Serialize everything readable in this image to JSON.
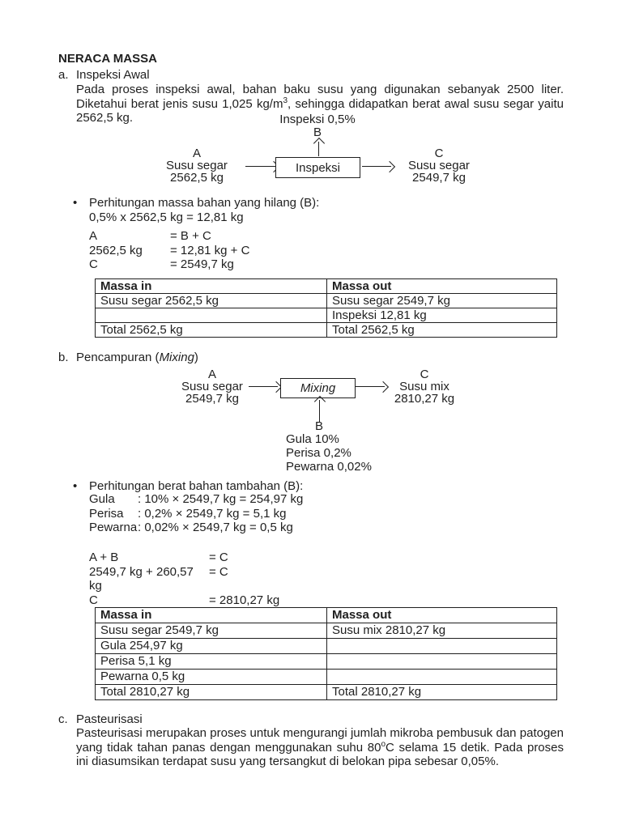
{
  "title": "NERACA MASSA",
  "section_a": {
    "marker": "a.",
    "heading": "Inspeksi Awal",
    "paragraph": {
      "part1": "Pada proses inspeksi awal, bahan baku susu yang digunakan sebanyak 2500 liter. Diketahui berat jenis susu 1,025 kg/m",
      "sup": "3",
      "part2": ", sehingga didapatkan berat awal susu segar yaitu 2562,5 kg."
    },
    "diagram": {
      "top_label": "Inspeksi 0,5%",
      "top_stream": "B",
      "box_label": "Inspeksi",
      "input": {
        "id": "A",
        "name": "Susu segar",
        "amount": "2562,5 kg"
      },
      "output": {
        "id": "C",
        "name": "Susu segar",
        "amount": "2549,7 kg"
      }
    },
    "bullet": {
      "marker": "•",
      "line1": "Perhitungan massa bahan yang hilang (B):",
      "line2": "0,5% x 2562,5 kg = 12,81 kg"
    },
    "equations": [
      {
        "lhs": "A",
        "rhs": "= B + C"
      },
      {
        "lhs": "2562,5 kg",
        "rhs": "= 12,81 kg + C"
      },
      {
        "lhs": "C",
        "rhs": "= 2549,7 kg"
      }
    ],
    "table": {
      "headers": [
        "Massa in",
        "Massa out"
      ],
      "rows": [
        [
          "Susu segar 2562,5 kg",
          "Susu segar 2549,7 kg"
        ],
        [
          "",
          "Inspeksi 12,81 kg"
        ],
        [
          "Total 2562,5 kg",
          "Total 2562,5 kg"
        ]
      ]
    }
  },
  "section_b": {
    "marker": "b.",
    "heading_prefix": "Pencampuran (",
    "heading_italic": "Mixing",
    "heading_suffix": ")",
    "diagram": {
      "box_label": "Mixing",
      "input": {
        "id": "A",
        "name": "Susu segar",
        "amount": "2549,7 kg"
      },
      "output": {
        "id": "C",
        "name": "Susu mix",
        "amount": "2810,27 kg"
      },
      "bottom_stream": "B",
      "additives": [
        "Gula 10%",
        "Perisa 0,2%",
        "Pewarna 0,02%"
      ]
    },
    "bullet": {
      "marker": "•",
      "line1": "Perhitungan berat bahan tambahan (B):"
    },
    "calc": [
      {
        "label": "Gula",
        "expr": ": 10% × 2549,7 kg = 254,97 kg"
      },
      {
        "label": "Perisa",
        "expr": ": 0,2% × 2549,7 kg = 5,1 kg"
      },
      {
        "label": "Pewarna",
        "expr": ": 0,02% × 2549,7 kg = 0,5 kg"
      }
    ],
    "equations": [
      {
        "lhs": "A + B",
        "rhs": "= C"
      },
      {
        "lhs": "2549,7 kg + 260,57 kg",
        "rhs": "= C"
      },
      {
        "lhs": "C",
        "rhs": "= 2810,27 kg"
      }
    ],
    "table": {
      "headers": [
        "Massa in",
        "Massa out"
      ],
      "rows": [
        [
          "Susu segar 2549,7 kg",
          "Susu mix 2810,27 kg"
        ],
        [
          "Gula 254,97 kg",
          ""
        ],
        [
          "Perisa 5,1 kg",
          ""
        ],
        [
          "Pewarna 0,5 kg",
          ""
        ],
        [
          "Total 2810,27 kg",
          "Total 2810,27 kg"
        ]
      ]
    }
  },
  "section_c": {
    "marker": "c.",
    "heading": "Pasteurisasi",
    "paragraph": {
      "part1": "Pasteurisasi merupakan proses untuk mengurangi jumlah mikroba pembusuk dan patogen yang tidak tahan panas dengan menggunakan suhu 80",
      "sup": "o",
      "part2": "C selama 15 detik. Pada proses ini diasumsikan terdapat susu yang tersangkut di belokan pipa sebesar 0,05%."
    }
  }
}
